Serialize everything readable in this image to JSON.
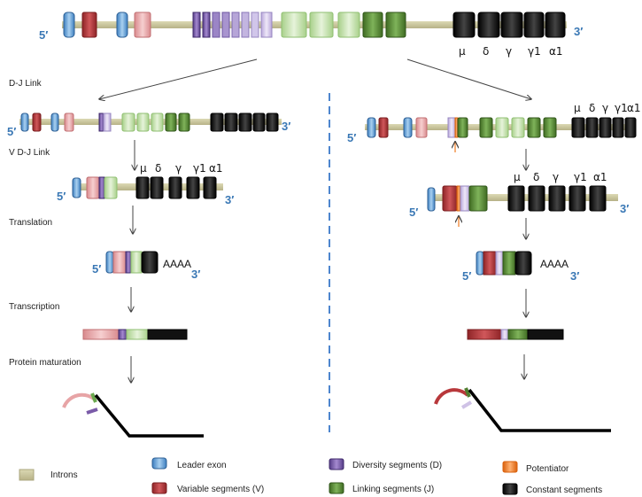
{
  "steps": {
    "dj_link": "D-J Link",
    "vdj_link": "V D-J Link",
    "translation": "Translation",
    "transcription": "Transcription",
    "protein_maturation": "Protein maturation"
  },
  "ends": {
    "five": "5′",
    "three": "3′"
  },
  "constant_labels": [
    "μ",
    "δ",
    "γ",
    "γ1",
    "α1"
  ],
  "poly_a": "AAAA",
  "legend": [
    {
      "key": "introns",
      "label": "Introns",
      "color": "#c9c59b"
    },
    {
      "key": "leader",
      "label": "Leader exon",
      "color": "#5b9bd5"
    },
    {
      "key": "variable",
      "label": "Variable segments (V)",
      "color": "#b8383b"
    },
    {
      "key": "diversity",
      "label": "Diversity segments (D)",
      "color": "#7a5ba8"
    },
    {
      "key": "linking",
      "label": "Linking segments (J)",
      "color": "#6aa84f"
    },
    {
      "key": "potentiator",
      "label": "Potentiator",
      "color": "#f07b22"
    },
    {
      "key": "constant",
      "label": "Constant segments",
      "color": "#111111"
    }
  ],
  "colors": {
    "intron": "#c9c59b",
    "leader": "#5b9bd5",
    "variable": "#b8383b",
    "variable_light": "#e7a4a6",
    "diversity": "#6d4f9c",
    "diversity_light": "#cfc2e6",
    "linking_dark": "#4f7d2f",
    "linking_light": "#c9e3b3",
    "constant": "#111111",
    "potentiator": "#f07b22",
    "divider": "#3a78c9"
  }
}
